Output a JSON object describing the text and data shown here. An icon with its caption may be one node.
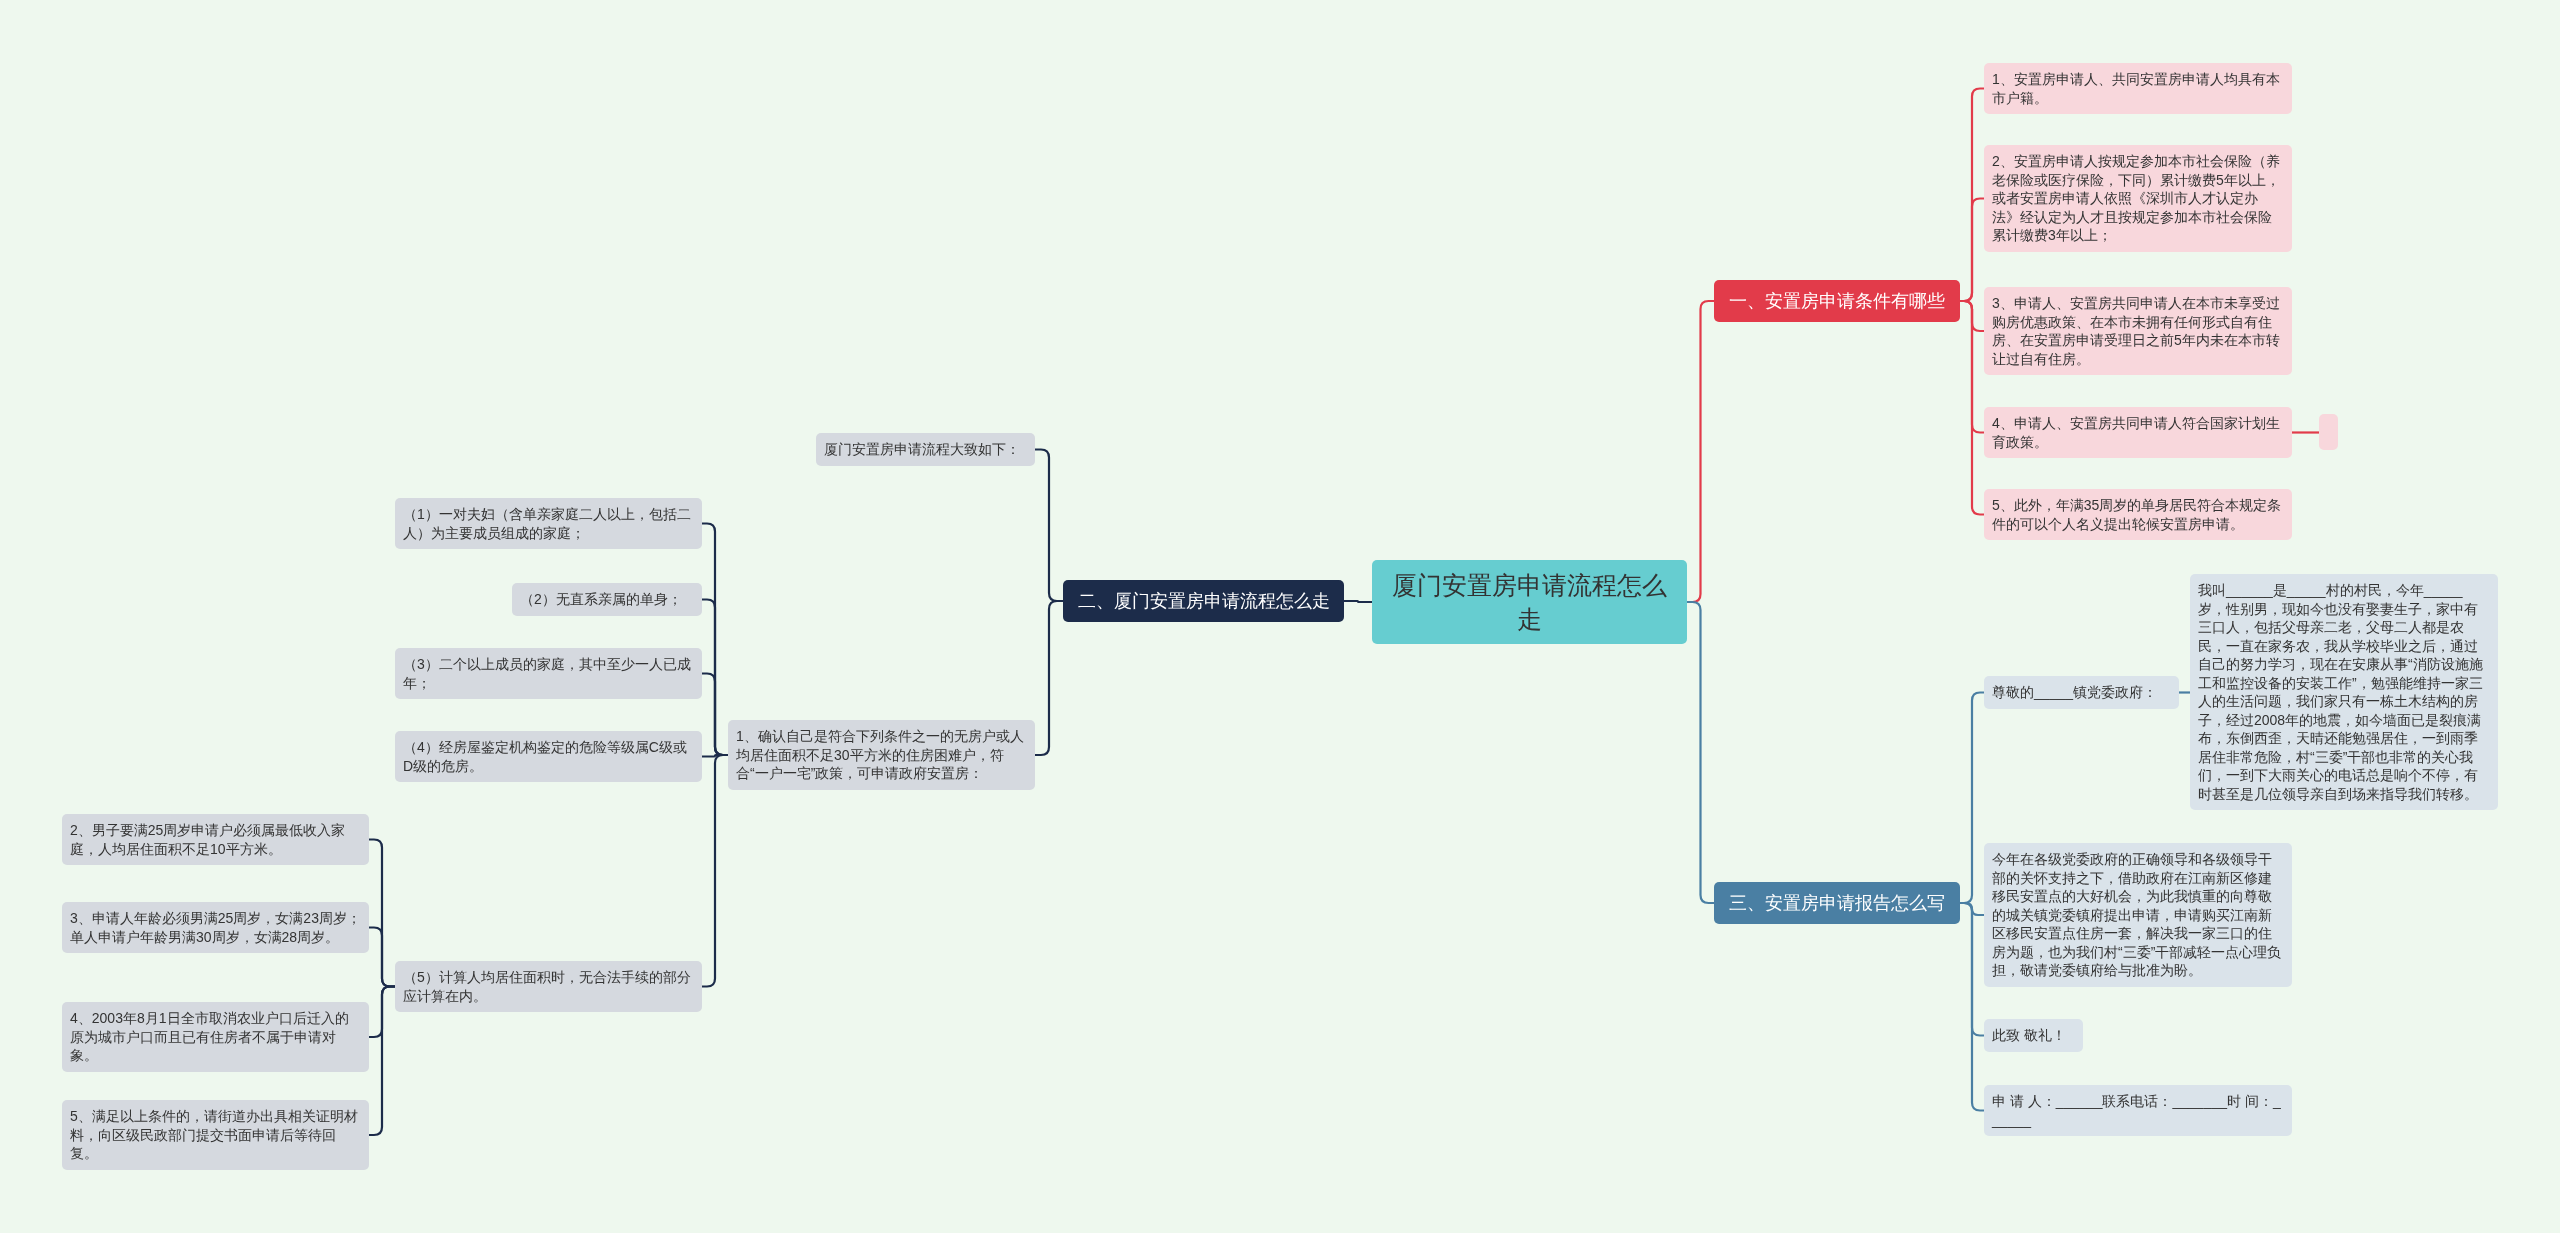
{
  "diagram": {
    "nodes": [
      {
        "text": [
          "厦门安置房申请流程怎么走"
        ]
      },
      {
        "text": [
          "一、安置房申请条件有哪些"
        ]
      },
      {
        "text": [
          "1、安置房申请人、共同安置房申请人均具有本市户籍。"
        ]
      },
      {
        "text": [
          "2、安置房申请人按规定参加本市社会保险（养老保险或医疗保险，下同）累计缴费5年以上，或者安置房申请人依照《深圳市人才认定办法》经认定为人才且按规定参加本市社会保险累计缴费3年以上；"
        ]
      },
      {
        "text": [
          "3、申请人、安置房共同申请人在本市未享受过购房优惠政策、在本市未拥有任何形式自有住房、在安置房申请受理日之前5年内未在本市转让过自有住房。"
        ]
      },
      {
        "text": [
          "4、申请人、安置房共同申请人符合国家计划生育政策。"
        ]
      },
      {
        "text": [],
        "shape": "box"
      },
      {
        "text": [
          "5、此外，年满35周岁的单身居民符合本规定条件的可以个人名义提出轮候安置房申请。"
        ]
      },
      {
        "text": [
          "二、厦门安置房申请流程怎么走"
        ]
      },
      {
        "text": [
          "厦门安置房申请流程大致如下："
        ]
      },
      {
        "text": [
          "1、确认自己是符合下列条件之一的无房户或人均居住面积不足30平方米的住房困难户，符合“一户一宅”政策，可申请政府安置房："
        ]
      },
      {
        "text": [
          "（1）一对夫妇（含单亲家庭二人以上，包括二人）为主要成员组成的家庭；"
        ]
      },
      {
        "text": [
          "（2）无直系亲属的单身；"
        ]
      },
      {
        "text": [
          "（3）二个以上成员的家庭，其中至少一人已成年；"
        ]
      },
      {
        "text": [
          "（4）经房屋鉴定机构鉴定的危险等级属C级或D级的危房。"
        ]
      },
      {
        "text": [
          "（5）计算人均居住面积时，无合法手续的部分应计算在内。"
        ]
      },
      {
        "text": [
          "2、男子要满25周岁申请户必须属最低收入家庭，人均居住面积不足10平方米。"
        ]
      },
      {
        "text": [
          "3、申请人年龄必须男满25周岁，女满23周岁；单人申请户年龄男满30周岁，女满28周岁。"
        ]
      },
      {
        "text": [
          "4、2003年8月1日全市取消农业户口后迁入的原为城市户口而且已有住房者不属于申请对象。"
        ]
      },
      {
        "text": [
          "5、满足以上条件的，请街道办出具相关证明材料，向区级民政部门提交书面申请后等待回复。"
        ]
      },
      {
        "text": [
          "三、安置房申请报告怎么写"
        ]
      },
      {
        "text": [
          "尊敬的_____镇党委政府："
        ]
      },
      {
        "text": [
          "我叫______是_____村的村民，今年_____岁，性别男，现如今也没有娶妻生子，家中有三口人，包括父母亲二老，父母二人都是农民，一直在家务农，我从学校毕业之后，通过自己的努力学习，现在在安康从事“消防设施施工和监控设备的安装工作”，勉强能维持一家三人的生活问题，我们家只有一栋土木结构的房子，经过2008年的地震，如今墙面已是裂痕满布，东倒西歪，天晴还能勉强居住，一到雨季居住非常危险，村“三委”干部也非常的关心我们，一到下大雨关心的电话总是响个不停，有时甚至是几位领导亲自到场来指导我们转移。"
        ]
      },
      {
        "text": [
          "今年在各级党委政府的正确领导和各级领导干部的关怀支持之下，借助政府在江南新区修建移民安置点的大好机会，为此我慎重的向尊敬的城关镇党委镇府提出申请，申请购买江南新区移民安置点住房一套，解决我一家三口的住房为题，也为我们村“三委”干部减轻一点心理负担，敬请党委镇府给与批准为盼。"
        ]
      },
      {
        "text": [
          "此致 敬礼！"
        ]
      },
      {
        "text": [
          "申 请 人：______联系电话：_______时 间：______"
        ]
      }
    ],
    "edges": [
      {
        "from": 0,
        "to": 1,
        "arrow": "none",
        "color": "#e23b4a"
      },
      {
        "from": 1,
        "to": 2,
        "arrow": "none",
        "color": "#e23b4a"
      },
      {
        "from": 1,
        "to": 3,
        "arrow": "none",
        "color": "#e23b4a"
      },
      {
        "from": 1,
        "to": 4,
        "arrow": "none",
        "color": "#e23b4a"
      },
      {
        "from": 1,
        "to": 5,
        "arrow": "none",
        "color": "#e23b4a"
      },
      {
        "from": 5,
        "to": 6,
        "arrow": "none",
        "color": "#e23b4a"
      },
      {
        "from": 1,
        "to": 7,
        "arrow": "none",
        "color": "#e23b4a"
      },
      {
        "from": 0,
        "to": 8,
        "arrow": "none"
      },
      {
        "from": 8,
        "to": 9,
        "arrow": "none"
      },
      {
        "from": 8,
        "to": 10,
        "arrow": "none"
      },
      {
        "from": 10,
        "to": 11,
        "arrow": "none"
      },
      {
        "from": 10,
        "to": 12,
        "arrow": "none"
      },
      {
        "from": 10,
        "to": 13,
        "arrow": "none"
      },
      {
        "from": 10,
        "to": 14,
        "arrow": "none"
      },
      {
        "from": 10,
        "to": 15,
        "arrow": "none"
      },
      {
        "from": 15,
        "to": 16,
        "arrow": "none"
      },
      {
        "from": 15,
        "to": 17,
        "arrow": "none"
      },
      {
        "from": 15,
        "to": 18,
        "arrow": "none"
      },
      {
        "from": 15,
        "to": 19,
        "arrow": "none"
      },
      {
        "from": 0,
        "to": 20,
        "arrow": "none",
        "color": "#4a7fa3"
      },
      {
        "from": 20,
        "to": 21,
        "arrow": "none",
        "color": "#4a7fa3"
      },
      {
        "from": 21,
        "to": 22,
        "arrow": "none",
        "color": "#4a7fa3"
      },
      {
        "from": 20,
        "to": 23,
        "arrow": "none",
        "color": "#4a7fa3"
      },
      {
        "from": 20,
        "to": 24,
        "arrow": "none",
        "color": "#4a7fa3"
      },
      {
        "from": 20,
        "to": 25,
        "arrow": "none",
        "color": "#4a7fa3"
      }
    ]
  }
}
